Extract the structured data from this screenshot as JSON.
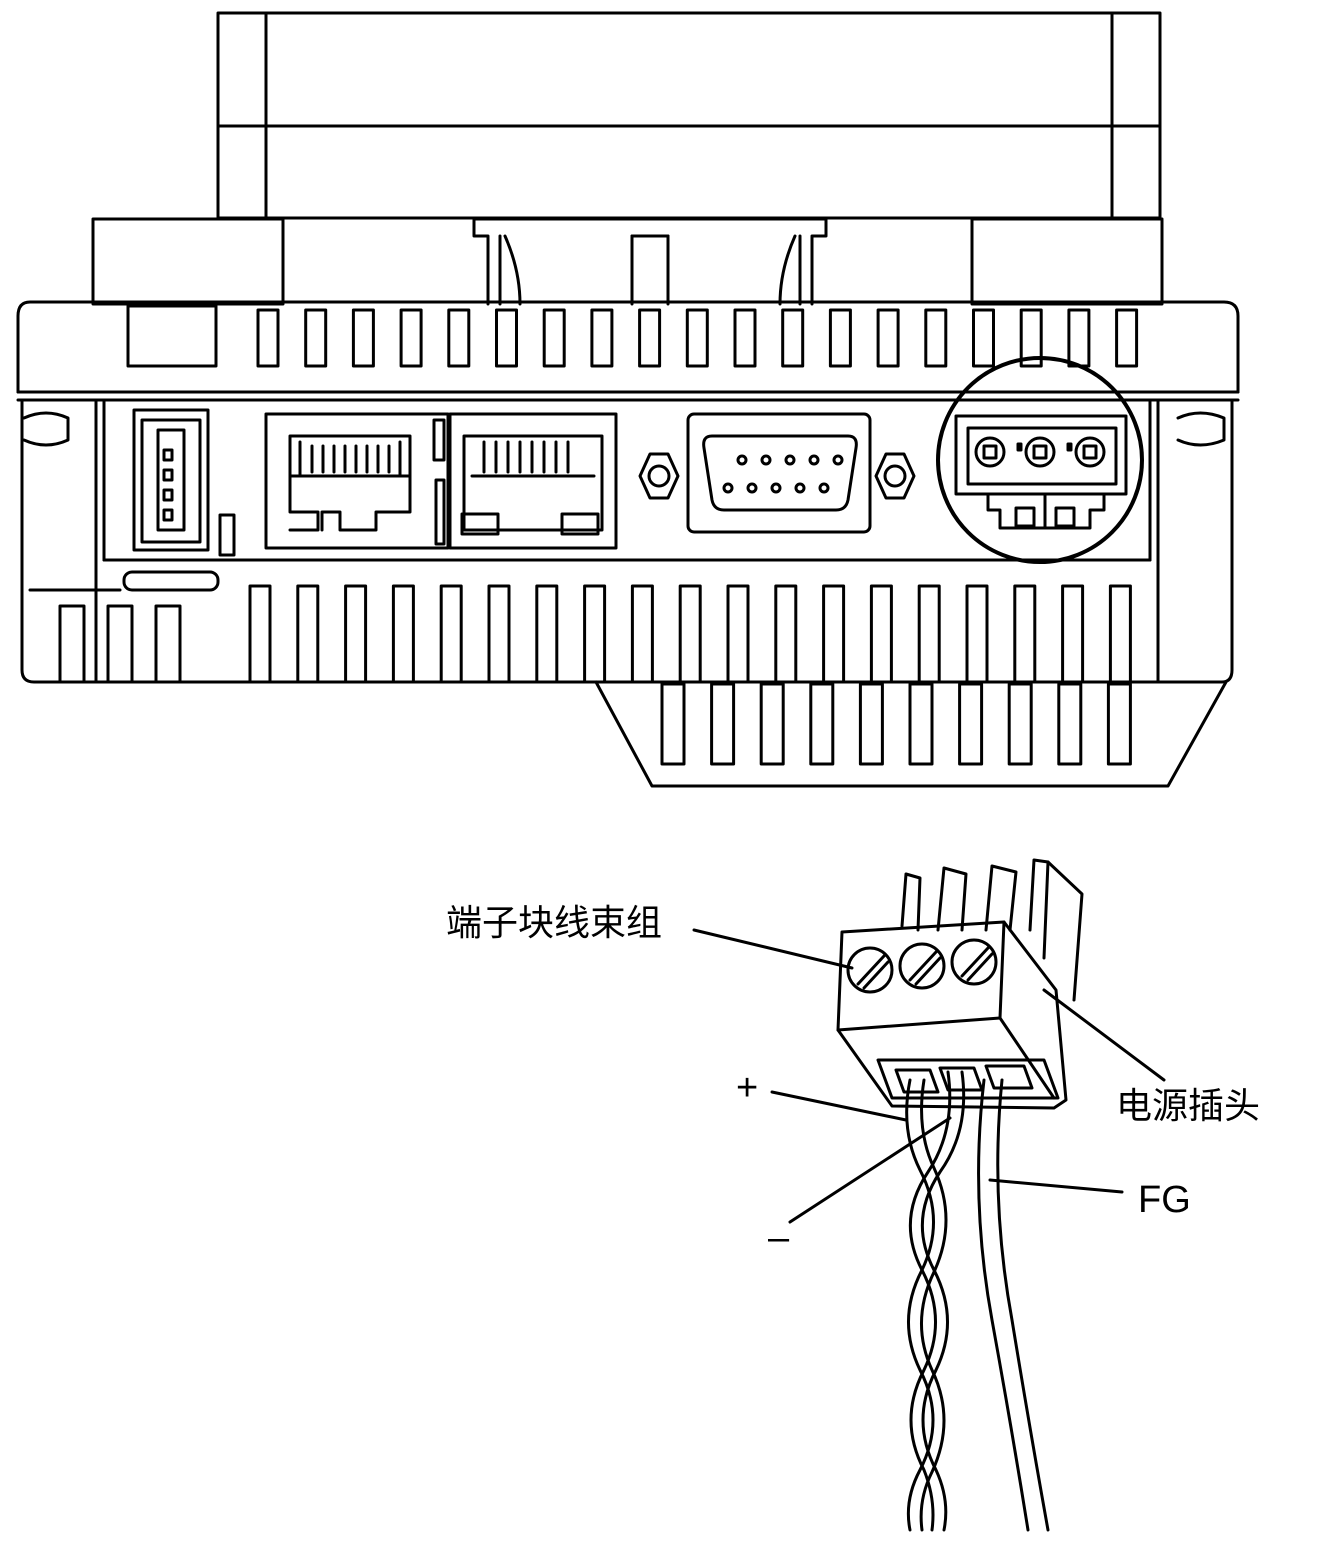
{
  "labels": {
    "terminal_block_harness": "端子块线束组",
    "power_plug": "电源插头",
    "plus": "+",
    "minus": "–",
    "fg": "FG"
  },
  "colors": {
    "line": "#000000",
    "background": "#ffffff"
  }
}
